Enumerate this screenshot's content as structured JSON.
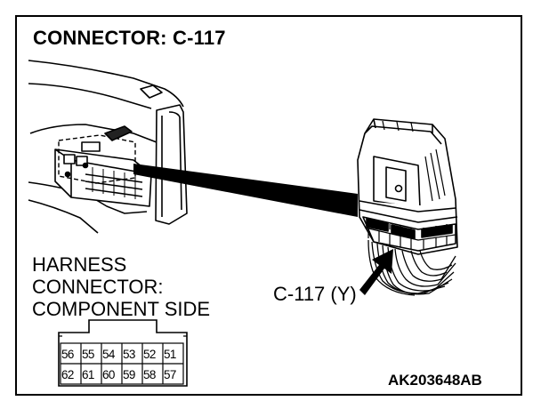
{
  "diagram": {
    "title": "CONNECTOR: C-117",
    "harness_label": {
      "line1": "HARNESS",
      "line2": "CONNECTOR:",
      "line3": "COMPONENT SIDE"
    },
    "callout_label": "C-117 (Y)",
    "figure_id": "AK203648AB",
    "pins": {
      "top_row": [
        "56",
        "55",
        "54",
        "53",
        "52",
        "51"
      ],
      "bottom_row": [
        "62",
        "61",
        "60",
        "59",
        "58",
        "57"
      ]
    }
  }
}
